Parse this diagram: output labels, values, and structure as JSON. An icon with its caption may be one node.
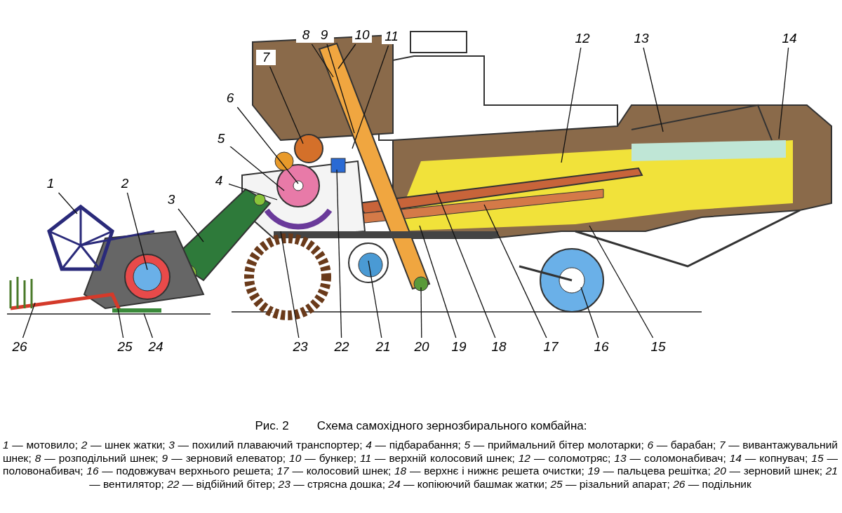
{
  "diagram": {
    "title": "Схема самохідного зернозбирального комбайна:",
    "caption": "*1* — мотовило; *2* — шнек жатки; *3* — похилий плаваючий транспортер; *4* — підбарабання; *5* — приймальний бітер молотарки; *6* — барабан; *7* — вивантажувальний шнек; *8* — розподільний шнек; *9* — зерновий елеватор; *10* — бункер; *11* — верхній колосовий шнек; *12* — соломотряс; *13* — соломонабивач; *14* — копнувач; *15* — половонабивач; *16* — подовжувач верхнього решета; *17* — колосовий шнек; *18* — верхнє і нижнє решета очистки; *19* — пальцева решітка; *20* — зерновий шнек; *21* — вентилятор; *22* — відбійний бітер; *23* — стрясна дошка; *24* — копіюючий башмак жатки; *25* — різальний апарат; *26* — подільник",
    "nodes": [
      {
        "text": [
          "1"
        ]
      },
      {
        "text": [
          "2"
        ]
      },
      {
        "text": [
          "3"
        ]
      },
      {
        "text": [
          "4"
        ]
      },
      {
        "text": [
          "5"
        ]
      },
      {
        "text": [
          "6"
        ]
      },
      {
        "text": [
          "7"
        ]
      },
      {
        "text": [
          "8"
        ]
      },
      {
        "text": [
          "9"
        ]
      },
      {
        "text": [
          "10"
        ]
      },
      {
        "text": [
          "11"
        ]
      },
      {
        "text": [
          "12"
        ]
      },
      {
        "text": [
          "13"
        ]
      },
      {
        "text": [
          "14"
        ]
      },
      {
        "text": [
          "15"
        ]
      },
      {
        "text": [
          "16"
        ]
      },
      {
        "text": [
          "17"
        ]
      },
      {
        "text": [
          "18"
        ]
      },
      {
        "text": [
          "19"
        ]
      },
      {
        "text": [
          "20"
        ]
      },
      {
        "text": [
          "21"
        ]
      },
      {
        "text": [
          "22"
        ]
      },
      {
        "text": [
          "23"
        ]
      },
      {
        "text": [
          "24"
        ]
      },
      {
        "text": [
          "25"
        ]
      },
      {
        "text": [
          "26"
        ]
      }
    ],
    "edges": [
      {
        "from": 0,
        "to": null,
        "arrow": "none"
      },
      {
        "from": 1,
        "to": null,
        "arrow": "none"
      },
      {
        "from": 2,
        "to": null,
        "arrow": "none"
      },
      {
        "from": 3,
        "to": null,
        "arrow": "none"
      },
      {
        "from": 4,
        "to": null,
        "arrow": "none"
      },
      {
        "from": 5,
        "to": null,
        "arrow": "none"
      },
      {
        "from": 6,
        "to": null,
        "arrow": "none"
      },
      {
        "from": 7,
        "to": null,
        "arrow": "none"
      },
      {
        "from": 8,
        "to": null,
        "arrow": "none"
      },
      {
        "from": 9,
        "to": null,
        "arrow": "none"
      },
      {
        "from": 10,
        "to": null,
        "arrow": "none"
      },
      {
        "from": 11,
        "to": null,
        "arrow": "none"
      },
      {
        "from": 12,
        "to": null,
        "arrow": "none"
      },
      {
        "from": 13,
        "to": null,
        "arrow": "none"
      },
      {
        "from": 14,
        "to": null,
        "arrow": "none"
      },
      {
        "from": 15,
        "to": null,
        "arrow": "none"
      },
      {
        "from": 16,
        "to": null,
        "arrow": "none"
      },
      {
        "from": 17,
        "to": null,
        "arrow": "none"
      },
      {
        "from": 18,
        "to": null,
        "arrow": "none"
      },
      {
        "from": 19,
        "to": null,
        "arrow": "none"
      },
      {
        "from": 20,
        "to": null,
        "arrow": "none"
      },
      {
        "from": 21,
        "to": null,
        "arrow": "none"
      },
      {
        "from": 22,
        "to": null,
        "arrow": "none"
      },
      {
        "from": 23,
        "to": null,
        "arrow": "none"
      },
      {
        "from": 24,
        "to": null,
        "arrow": "none"
      },
      {
        "from": 25,
        "to": null,
        "arrow": "none"
      }
    ],
    "labels": [
      "Рис. 2"
    ]
  }
}
